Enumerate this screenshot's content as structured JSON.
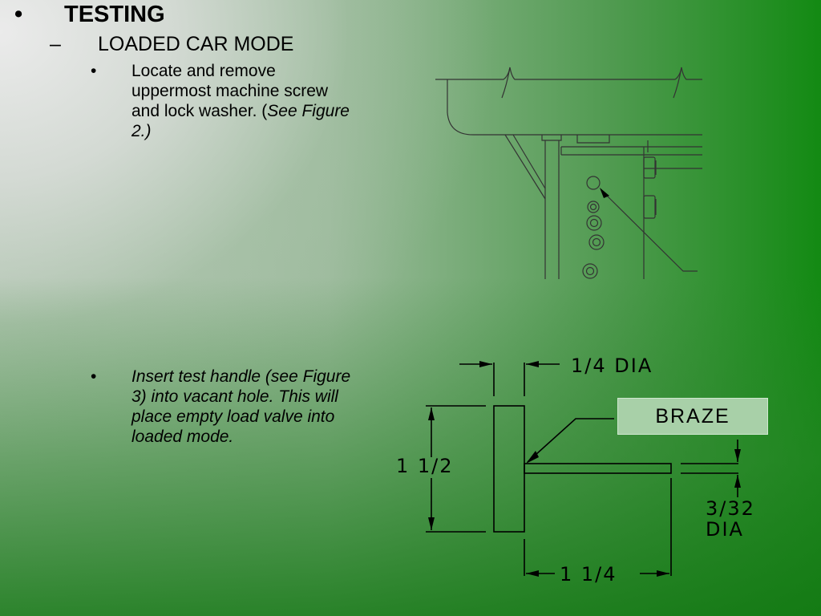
{
  "heading": {
    "bullet": "•",
    "text": "TESTING"
  },
  "subheading": {
    "bullet": "–",
    "text": "LOADED CAR MODE"
  },
  "steps": [
    {
      "bullet": "•",
      "lines": [
        "Locate and remove",
        "uppermost machine screw"
      ],
      "line3_plain": "and lock washer. (",
      "line3_italic": "See Figure",
      "line4_italic": "2.)"
    },
    {
      "bullet": "•",
      "lines_italic": [
        "Insert test handle (see Figure",
        "3) into vacant hole.  This will",
        "place empty load valve into",
        "loaded mode."
      ]
    }
  ],
  "figure3": {
    "label_quarter_dia": "1/4  DIA",
    "label_braze": "BRAZE",
    "label_height": "1  1/2",
    "label_rod_dia_1": "3/32",
    "label_rod_dia_2": "DIA",
    "label_length": "1  1/4"
  }
}
